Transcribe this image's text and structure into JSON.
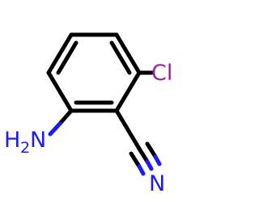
{
  "molecule": {
    "colors": {
      "bond": "#000000",
      "nitrogen": "#1c1cf0",
      "chlorine": "#a020a0"
    },
    "atoms": {
      "chlorine": "Cl",
      "amine_h": "H",
      "amine_sub": "2",
      "amine_n": "N",
      "nitrile_n": "N"
    }
  }
}
